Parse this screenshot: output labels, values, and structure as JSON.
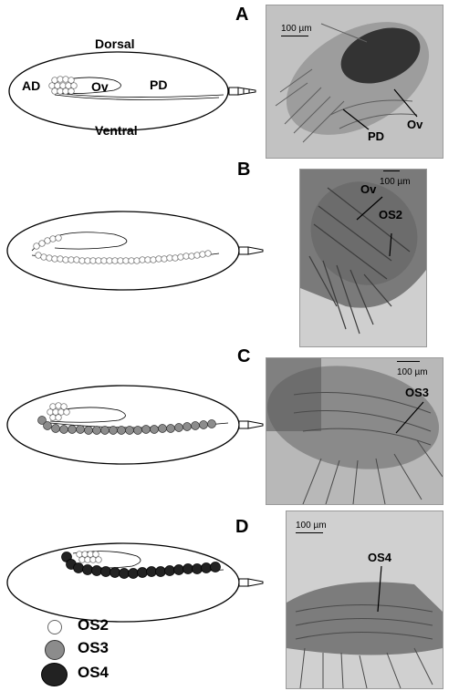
{
  "panels": {
    "A": {
      "letter": "A",
      "dorsal": "Dorsal",
      "ventral": "Ventral",
      "ad": "AD",
      "ov": "Ov",
      "pd": "PD",
      "scale": "100 µm",
      "photo_labels": [
        "PD",
        "Ov"
      ]
    },
    "B": {
      "letter": "B",
      "scale": "100 µm",
      "photo_labels": [
        "Ov",
        "OS2"
      ]
    },
    "C": {
      "letter": "C",
      "scale": "100 µm",
      "photo_labels": [
        "OS3"
      ]
    },
    "D": {
      "letter": "D",
      "scale": "100 µm",
      "photo_labels": [
        "OS4"
      ]
    }
  },
  "legend": [
    {
      "label": "OS2",
      "color": "#ffffff"
    },
    {
      "label": "OS3",
      "color": "#8c8c8c"
    },
    {
      "label": "OS4",
      "color": "#222222"
    }
  ]
}
